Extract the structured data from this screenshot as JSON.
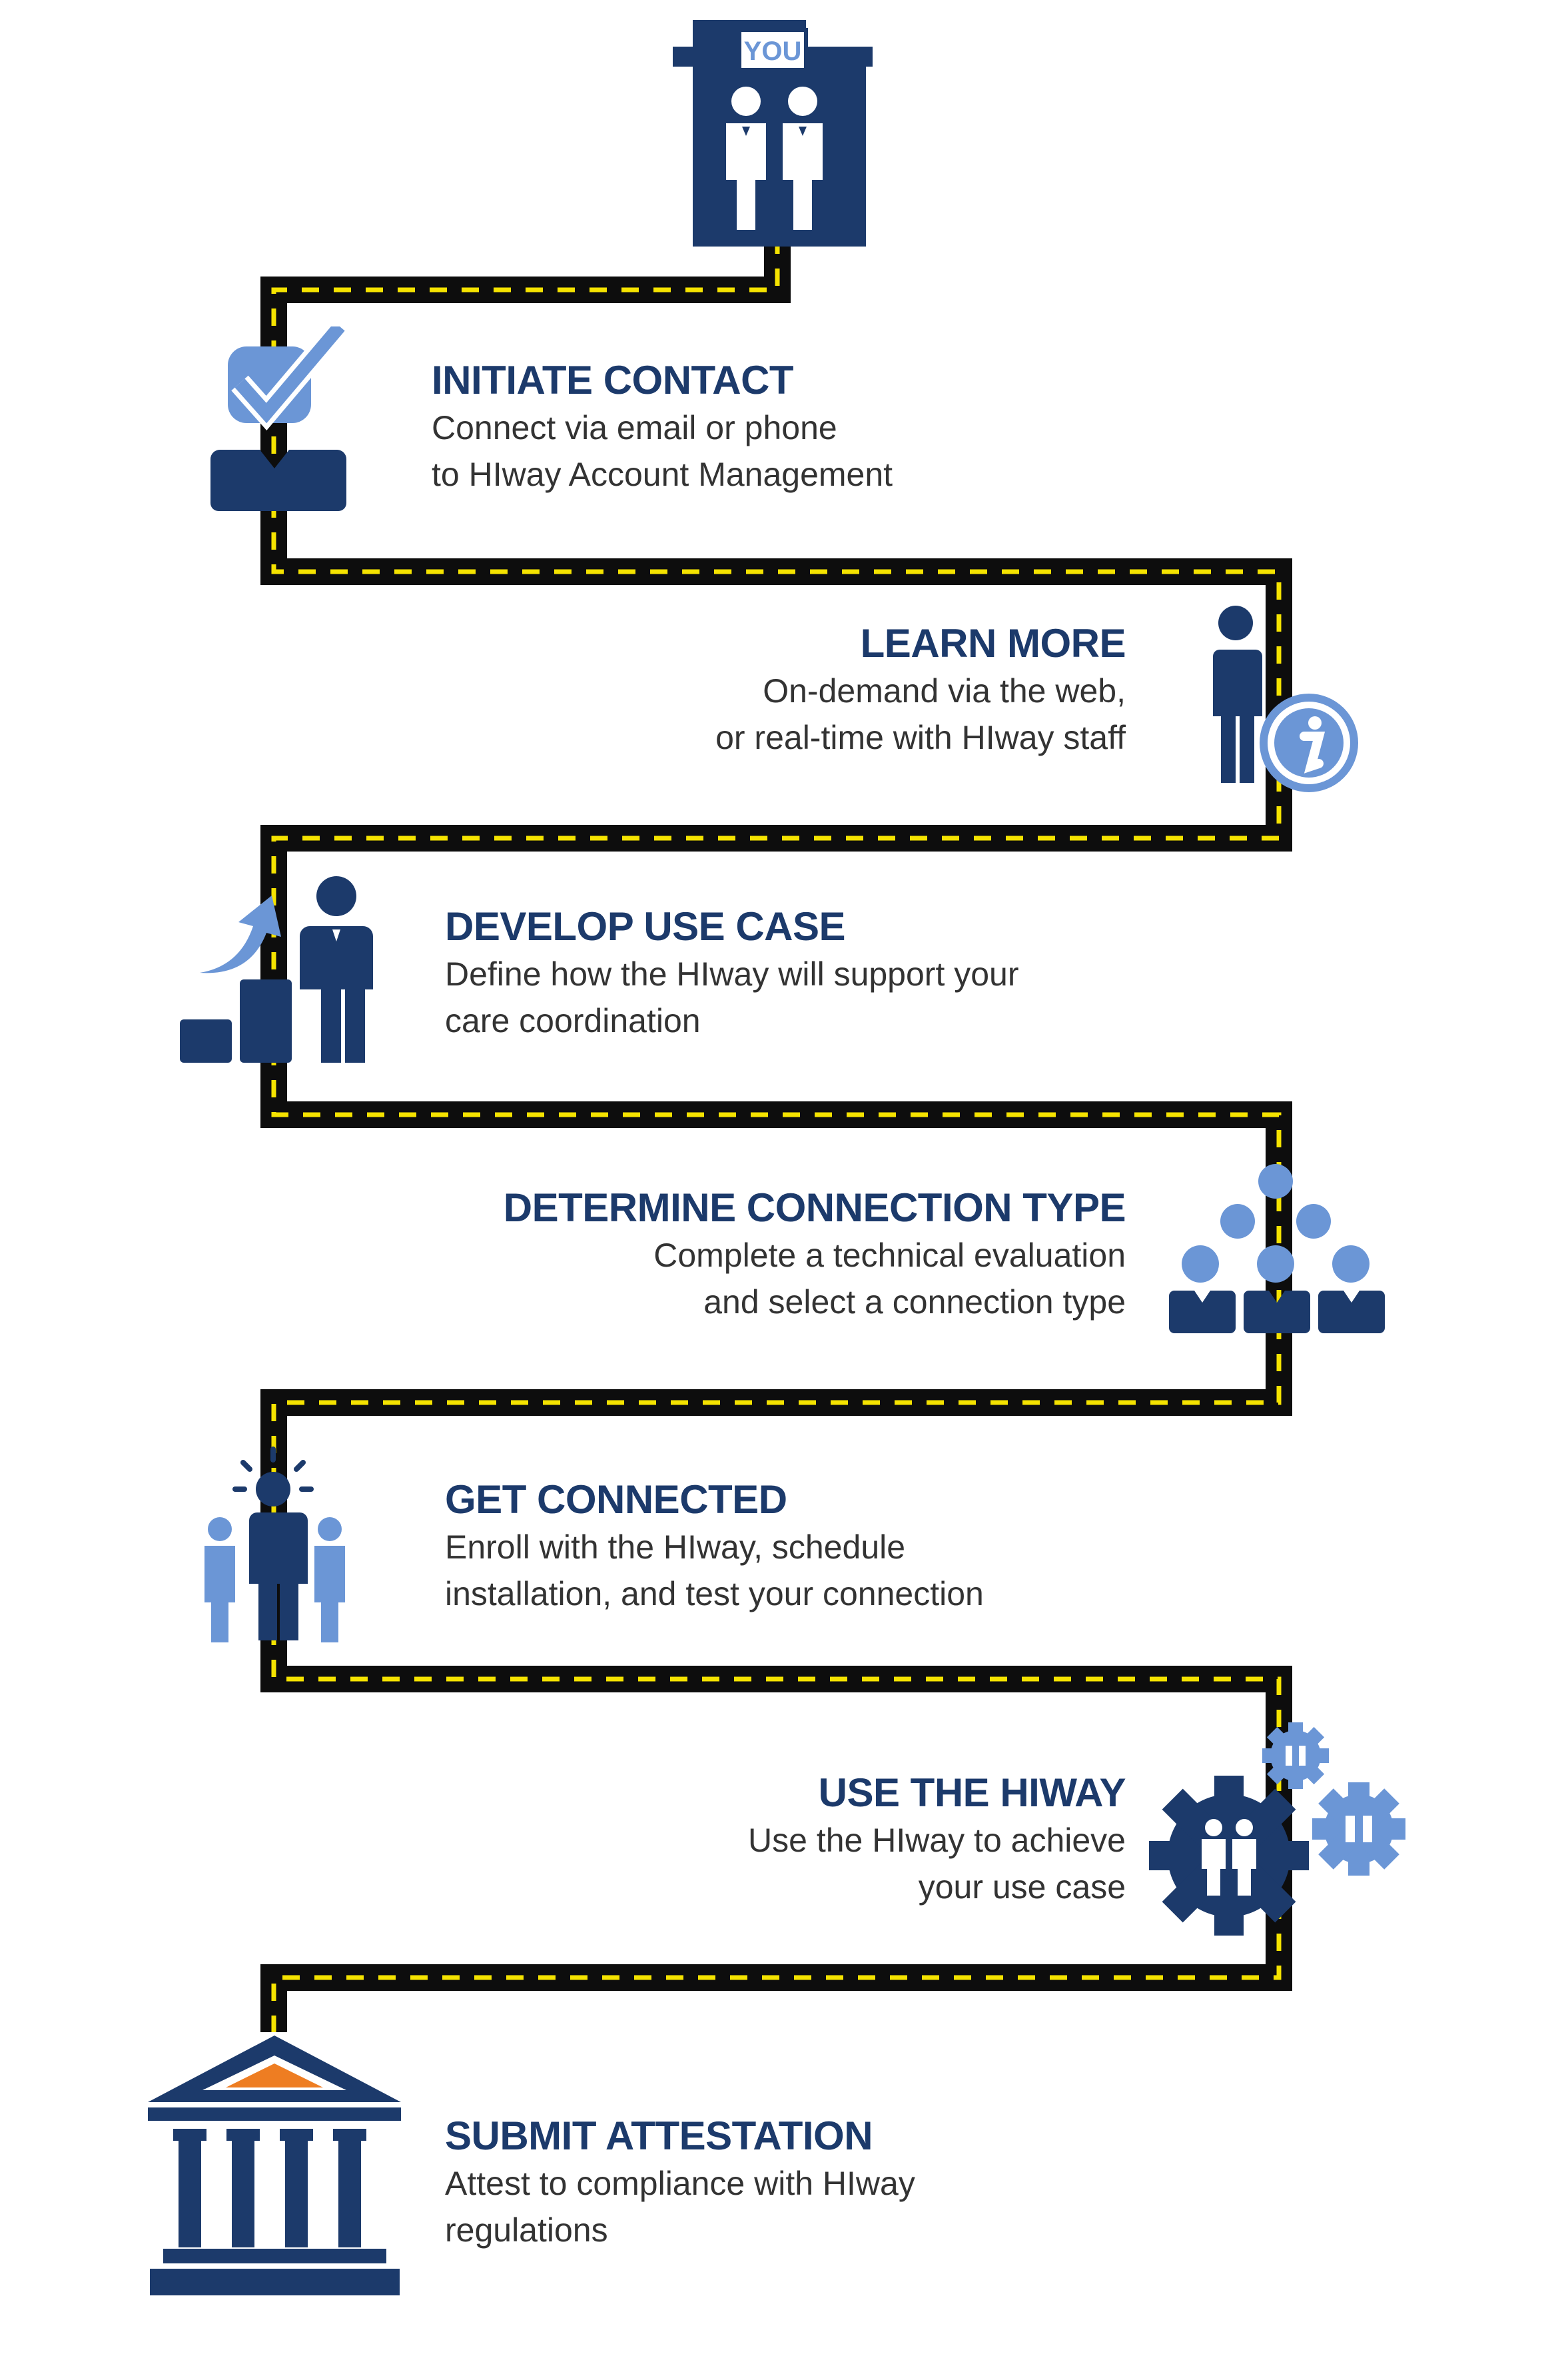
{
  "start_sign": {
    "label": "YOU"
  },
  "colors": {
    "navy": "#1c3a6b",
    "light_blue": "#6b96d6",
    "road": "#0d0d0d",
    "dash": "#f5e300",
    "orange": "#ee7d22",
    "text": "#333333"
  },
  "steps": [
    {
      "id": "initiate",
      "icon": "checkmark-person-icon",
      "title": "INITIATE CONTACT",
      "lines": [
        "Connect via email or phone",
        "to HIway Account Management"
      ]
    },
    {
      "id": "learn",
      "icon": "info-person-icon",
      "title": "LEARN MORE",
      "lines": [
        "On-demand via the web,",
        "or real-time with HIway staff"
      ]
    },
    {
      "id": "develop",
      "icon": "growth-person-icon",
      "title": "DEVELOP USE CASE",
      "lines": [
        "Define how the HIway will support your",
        "care coordination"
      ]
    },
    {
      "id": "determine",
      "icon": "network-people-icon",
      "title": "DETERMINE CONNECTION TYPE",
      "lines": [
        "Complete a technical evaluation",
        "and select a connection type"
      ]
    },
    {
      "id": "connect",
      "icon": "leader-group-icon",
      "title": "GET CONNECTED",
      "lines": [
        "Enroll with the HIway, schedule",
        "installation, and test your connection"
      ]
    },
    {
      "id": "use",
      "icon": "gears-people-icon",
      "title": "USE THE HIWAY",
      "lines": [
        "Use the HIway to achieve",
        "your use case"
      ]
    },
    {
      "id": "attest",
      "icon": "institution-building-icon",
      "title": "SUBMIT ATTESTATION",
      "lines": [
        "Attest to compliance with HIway",
        "regulations"
      ]
    }
  ]
}
